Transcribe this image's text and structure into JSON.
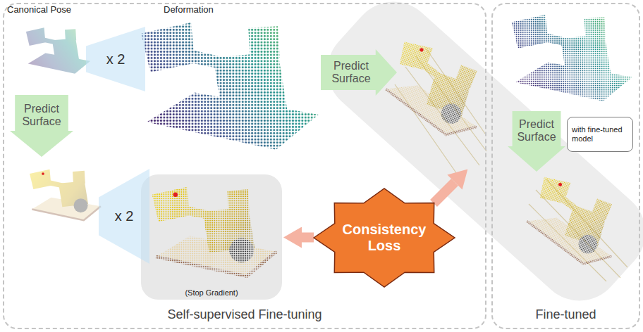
{
  "diagram": {
    "nodes": [
      {
        "text": [
          "Self-supervised Fine-tuning"
        ]
      },
      {
        "text": [
          "Fine-tuned"
        ]
      },
      {
        "text": [
          "Predict Surface"
        ],
        "in": 0
      },
      {
        "text": [
          "x 2"
        ],
        "in": 0
      },
      {
        "text": [
          "x 2"
        ],
        "in": 0
      },
      {
        "text": [
          "Predict Surface"
        ],
        "in": 0
      },
      {
        "text": [
          "(Stop Gradient)"
        ],
        "in": 0
      },
      {
        "text": [
          "Consistency Loss"
        ],
        "in": 0
      },
      {
        "text": [
          "Predict Surface"
        ],
        "in": 1
      },
      {
        "text": [
          "with fine-tuned model"
        ],
        "in": 1
      }
    ],
    "edges": [
      {
        "from": 7,
        "to": 6,
        "arrow": "to"
      }
    ],
    "labels": [
      "Canonical Pose",
      "Deformation"
    ]
  }
}
